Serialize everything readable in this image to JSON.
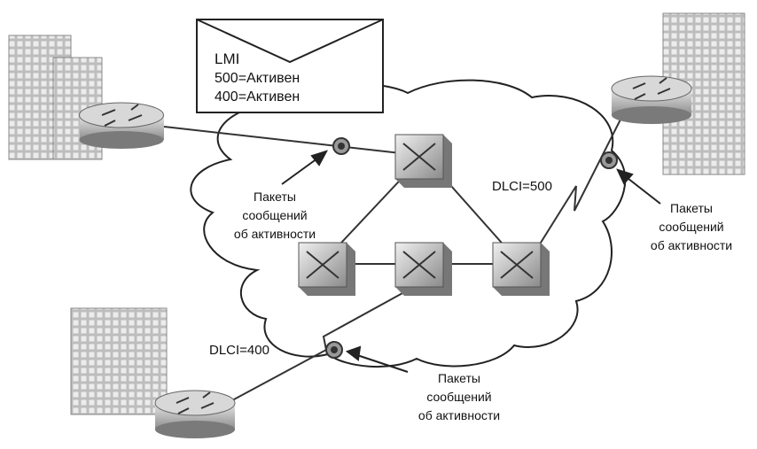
{
  "lmi_envelope": {
    "title": "LMI",
    "line1": "500=Активен",
    "line2": "400=Активен"
  },
  "labels": {
    "keepalive_left": [
      "Пакеты",
      "сообщений",
      "об активности"
    ],
    "keepalive_right": [
      "Пакеты",
      "сообщений",
      "об активности"
    ],
    "keepalive_bottom": [
      "Пакеты",
      "сообщений",
      "об активности"
    ],
    "dlci_500": "DLCI=500",
    "dlci_400": "DLCI=400"
  }
}
